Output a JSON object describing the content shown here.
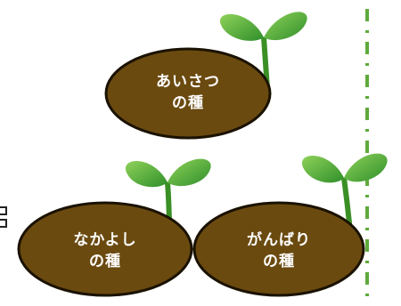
{
  "seeds": [
    {
      "line1": "あいさつ",
      "line2": "の種"
    },
    {
      "line1": "なかよし",
      "line2": "の種"
    },
    {
      "line1": "がんばり",
      "line2": "の種"
    }
  ],
  "colors": {
    "seed_fill": "#6b4a10",
    "seed_stroke": "#1a1200",
    "sprout_leaf": "#3a9a2a",
    "sprout_leaf_light": "#7ccc4a",
    "dashed_line": "#5faa3c",
    "text": "#ffffff"
  },
  "icons": {
    "sprout": "sprout-icon",
    "seed": "seed-icon"
  }
}
